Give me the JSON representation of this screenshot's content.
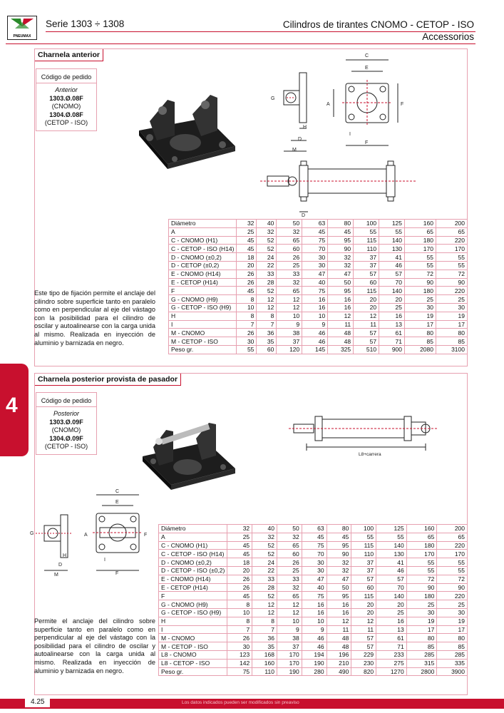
{
  "header": {
    "series": "Serie 1303 ÷ 1308",
    "title": "Cilindros de tirantes CNOMO - CETOP - ISO",
    "subtitle": "Accessorios",
    "logo_text": "PNEUMAX"
  },
  "side_tab": "4",
  "section1": {
    "title": "Charnela anterior",
    "order_heading": "Código de pedido",
    "order_type": "Anterior",
    "code1": "1303.Ø.08F",
    "std1": "(CNOMO)",
    "code2": "1304.Ø.08F",
    "std2": "(CETOP - ISO)",
    "description": "Este tipo de fijación permite el anclaje del cilindro sobre superficie tanto en paralelo como en perpendicular al eje del vástago con la posibilidad para el cilindro de oscilar y autoalinearse con la carga unida al mismo. Realizada en inyección de aluminio y barnizada en negro.",
    "dims": {
      "C": "C",
      "E": "E",
      "G": "G",
      "A": "A",
      "F": "F",
      "H": "H",
      "I": "I",
      "D": "D",
      "M": "M"
    },
    "table": [
      [
        "Diámetro",
        "32",
        "40",
        "50",
        "63",
        "80",
        "100",
        "125",
        "160",
        "200"
      ],
      [
        "A",
        "25",
        "32",
        "32",
        "45",
        "45",
        "55",
        "55",
        "65",
        "65"
      ],
      [
        "C - CNOMO (H1)",
        "45",
        "52",
        "65",
        "75",
        "95",
        "115",
        "140",
        "180",
        "220"
      ],
      [
        "C - CETOP - ISO (H14)",
        "45",
        "52",
        "60",
        "70",
        "90",
        "110",
        "130",
        "170",
        "170"
      ],
      [
        "D - CNOMO (±0,2)",
        "18",
        "24",
        "26",
        "30",
        "32",
        "37",
        "41",
        "55",
        "55"
      ],
      [
        "D - CETOP (±0,2)",
        "20",
        "22",
        "25",
        "30",
        "32",
        "37",
        "46",
        "55",
        "55"
      ],
      [
        "E - CNOMO (H14)",
        "26",
        "33",
        "33",
        "47",
        "47",
        "57",
        "57",
        "72",
        "72"
      ],
      [
        "E - CETOP (H14)",
        "26",
        "28",
        "32",
        "40",
        "50",
        "60",
        "70",
        "90",
        "90"
      ],
      [
        "F",
        "45",
        "52",
        "65",
        "75",
        "95",
        "115",
        "140",
        "180",
        "220"
      ],
      [
        "G - CNOMO (H9)",
        "8",
        "12",
        "12",
        "16",
        "16",
        "20",
        "20",
        "25",
        "25"
      ],
      [
        "G - CETOP - ISO (H9)",
        "10",
        "12",
        "12",
        "16",
        "16",
        "20",
        "25",
        "30",
        "30"
      ],
      [
        "H",
        "8",
        "8",
        "10",
        "10",
        "12",
        "12",
        "16",
        "19",
        "19"
      ],
      [
        "I",
        "7",
        "7",
        "9",
        "9",
        "11",
        "11",
        "13",
        "17",
        "17"
      ],
      [
        "M - CNOMO",
        "26",
        "36",
        "38",
        "46",
        "48",
        "57",
        "61",
        "80",
        "80"
      ],
      [
        "M - CETOP - ISO",
        "30",
        "35",
        "37",
        "46",
        "48",
        "57",
        "71",
        "85",
        "85"
      ],
      [
        "Peso gr.",
        "55",
        "60",
        "120",
        "145",
        "325",
        "510",
        "900",
        "2080",
        "3100"
      ]
    ]
  },
  "section2": {
    "title": "Charnela posterior provista de pasador",
    "order_heading": "Código de pedido",
    "order_type": "Posterior",
    "code1": "1303.Ø.09F",
    "std1": "(CNOMO)",
    "code2": "1304.Ø.09F",
    "std2": "(CETOP - ISO)",
    "description": "Permite el anclaje del cilindro sobre superficie tanto en paralelo como en perpendicular al eje del vástago con la posibilidad para el cilindro de oscilar y autoalinearse con la carga unida al mismo. Realizada en inyección de aluminio y barnizada en negro.",
    "l8_label": "L8+carrera",
    "table": [
      [
        "Diámetro",
        "32",
        "40",
        "50",
        "63",
        "80",
        "100",
        "125",
        "160",
        "200"
      ],
      [
        "A",
        "25",
        "32",
        "32",
        "45",
        "45",
        "55",
        "55",
        "65",
        "65"
      ],
      [
        "C - CNOMO (H1)",
        "45",
        "52",
        "65",
        "75",
        "95",
        "115",
        "140",
        "180",
        "220"
      ],
      [
        "C - CETOP - ISO (H14)",
        "45",
        "52",
        "60",
        "70",
        "90",
        "110",
        "130",
        "170",
        "170"
      ],
      [
        "D - CNOMO (±0,2)",
        "18",
        "24",
        "26",
        "30",
        "32",
        "37",
        "41",
        "55",
        "55"
      ],
      [
        "D - CETOP - ISO (±0,2)",
        "20",
        "22",
        "25",
        "30",
        "32",
        "37",
        "46",
        "55",
        "55"
      ],
      [
        "E - CNOMO (H14)",
        "26",
        "33",
        "33",
        "47",
        "47",
        "57",
        "57",
        "72",
        "72"
      ],
      [
        "E - CETOP (H14)",
        "26",
        "28",
        "32",
        "40",
        "50",
        "60",
        "70",
        "90",
        "90"
      ],
      [
        "F",
        "45",
        "52",
        "65",
        "75",
        "95",
        "115",
        "140",
        "180",
        "220"
      ],
      [
        "G - CNOMO (H9)",
        "8",
        "12",
        "12",
        "16",
        "16",
        "20",
        "20",
        "25",
        "25"
      ],
      [
        "G - CETOP - ISO (H9)",
        "10",
        "12",
        "12",
        "16",
        "16",
        "20",
        "25",
        "30",
        "30"
      ],
      [
        "H",
        "8",
        "8",
        "10",
        "10",
        "12",
        "12",
        "16",
        "19",
        "19"
      ],
      [
        "I",
        "7",
        "7",
        "9",
        "9",
        "11",
        "11",
        "13",
        "17",
        "17"
      ],
      [
        "M - CNOMO",
        "26",
        "36",
        "38",
        "46",
        "48",
        "57",
        "61",
        "80",
        "80"
      ],
      [
        "M - CETOP - ISO",
        "30",
        "35",
        "37",
        "46",
        "48",
        "57",
        "71",
        "85",
        "85"
      ],
      [
        "L8 - CNOMO",
        "123",
        "168",
        "170",
        "194",
        "196",
        "229",
        "233",
        "285",
        "285"
      ],
      [
        "L8 - CETOP - ISO",
        "142",
        "160",
        "170",
        "190",
        "210",
        "230",
        "275",
        "315",
        "335"
      ],
      [
        "Peso gr.",
        "75",
        "110",
        "190",
        "280",
        "490",
        "820",
        "1270",
        "2800",
        "3900"
      ]
    ]
  },
  "footer": {
    "page": "4.25",
    "note": "Los datos indicados pueden ser modificados sin preaviso"
  },
  "colors": {
    "accent": "#c8102e",
    "border": "#e7a0b0"
  }
}
